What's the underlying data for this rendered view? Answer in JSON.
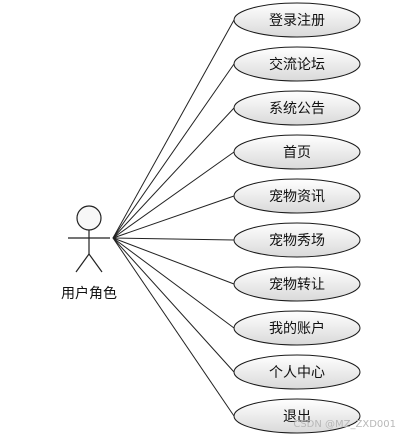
{
  "actor": {
    "label": "用户角色"
  },
  "use_cases": [
    {
      "label": "登录注册"
    },
    {
      "label": "交流论坛"
    },
    {
      "label": "系统公告"
    },
    {
      "label": "首页"
    },
    {
      "label": "宠物资讯"
    },
    {
      "label": "宠物秀场"
    },
    {
      "label": "宠物转让"
    },
    {
      "label": "我的账户"
    },
    {
      "label": "个人中心"
    },
    {
      "label": "退出"
    }
  ],
  "watermark": "CSDN @MZ_ZXD001",
  "colors": {
    "ellipse_fill_top": "#ffffff",
    "ellipse_fill_bottom": "#d9d9d9",
    "stroke": "#222222"
  }
}
